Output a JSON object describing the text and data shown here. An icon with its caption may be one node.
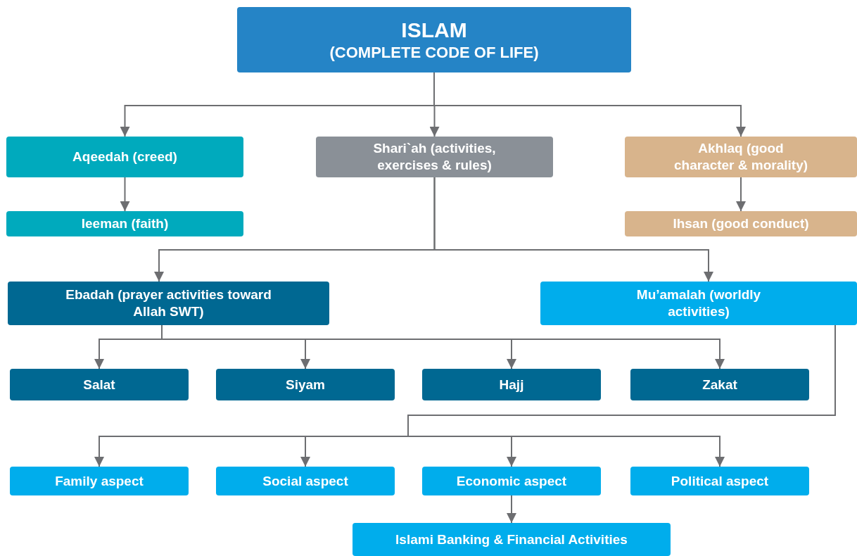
{
  "diagram": {
    "nodes": [
      {
        "text": [
          "ISLAM",
          "(COMPLETE CODE OF LIFE)"
        ]
      },
      {
        "text": [
          "Aqeedah (creed)"
        ]
      },
      {
        "text": [
          "Shari`ah (activities, exercises & rules)"
        ]
      },
      {
        "text": [
          "Akhlaq (good character & morality)"
        ]
      },
      {
        "text": [
          "Ieeman (faith)"
        ]
      },
      {
        "text": [
          "Ihsan (good conduct)"
        ]
      },
      {
        "text": [
          "Ebadah (prayer activities toward Allah SWT)"
        ]
      },
      {
        "text": [
          "Mu’amalah (worldly activities)"
        ]
      },
      {
        "text": [
          "Salat"
        ]
      },
      {
        "text": [
          "Siyam"
        ]
      },
      {
        "text": [
          "Hajj"
        ]
      },
      {
        "text": [
          "Zakat"
        ]
      },
      {
        "text": [
          "Family aspect"
        ]
      },
      {
        "text": [
          "Social aspect"
        ]
      },
      {
        "text": [
          "Economic aspect"
        ]
      },
      {
        "text": [
          "Political aspect"
        ]
      },
      {
        "text": [
          "Islami Banking & Financial Activities"
        ]
      }
    ],
    "edges": [
      {
        "from": 0,
        "to": 1,
        "arrow": "to"
      },
      {
        "from": 0,
        "to": 2,
        "arrow": "to"
      },
      {
        "from": 0,
        "to": 3,
        "arrow": "to"
      },
      {
        "from": 1,
        "to": 4,
        "arrow": "to"
      },
      {
        "from": 3,
        "to": 5,
        "arrow": "to"
      },
      {
        "from": 2,
        "to": 6,
        "arrow": "to"
      },
      {
        "from": 2,
        "to": 7,
        "arrow": "to"
      },
      {
        "from": 6,
        "to": 8,
        "arrow": "to"
      },
      {
        "from": 6,
        "to": 9,
        "arrow": "to"
      },
      {
        "from": 6,
        "to": 10,
        "arrow": "to"
      },
      {
        "from": 6,
        "to": 11,
        "arrow": "to"
      },
      {
        "from": 7,
        "to": 12,
        "arrow": "to"
      },
      {
        "from": 7,
        "to": 13,
        "arrow": "to"
      },
      {
        "from": 7,
        "to": 14,
        "arrow": "to"
      },
      {
        "from": 7,
        "to": 15,
        "arrow": "to"
      },
      {
        "from": 14,
        "to": 16,
        "arrow": "to"
      }
    ]
  }
}
